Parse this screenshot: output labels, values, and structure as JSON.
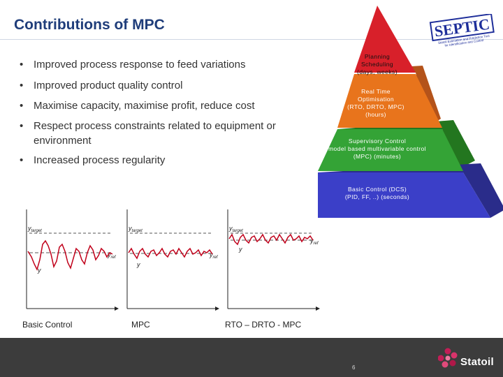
{
  "slide": {
    "title": "Contributions of MPC",
    "page_number": "6"
  },
  "logo": {
    "word": "SEPTIC",
    "tagline_1": "Statoil Estimation and Prediction Tool",
    "tagline_2": "for Identification and Control"
  },
  "bullets": [
    {
      "text": "Improved process response to feed variations"
    },
    {
      "text": "Improved product quality control"
    },
    {
      "text": "Maximise capacity, maximise profit, reduce cost"
    },
    {
      "text": "Respect process constraints related to equipment or environment"
    },
    {
      "text": "Increased process regularity"
    }
  ],
  "pyramid": {
    "levels": [
      {
        "lines": [
          "Planning",
          "Scheduling",
          "(days, weeks)"
        ],
        "color": "#d8202a"
      },
      {
        "lines": [
          "Real Time",
          "Optimisation",
          "(RTO, DRTO, MPC)",
          "(hours)"
        ],
        "color": "#e8741c"
      },
      {
        "lines": [
          "Supervisory Control",
          "model based multivariable control",
          "(MPC) (minutes)"
        ],
        "color": "#34a336"
      },
      {
        "lines": [
          "Basic Control (DCS)",
          "(PID, FF, ..) (seconds)"
        ],
        "color": "#3b3fc8"
      }
    ]
  },
  "plots": {
    "captions": [
      "Basic Control",
      "MPC",
      "RTO – DRTO - MPC"
    ],
    "labels": {
      "upper": "y_target",
      "ref": "y_ref",
      "signal": "y"
    }
  },
  "colors": {
    "title": "#1f3d7a",
    "signal": "#c0001a",
    "footer": "#3c3c3c"
  }
}
